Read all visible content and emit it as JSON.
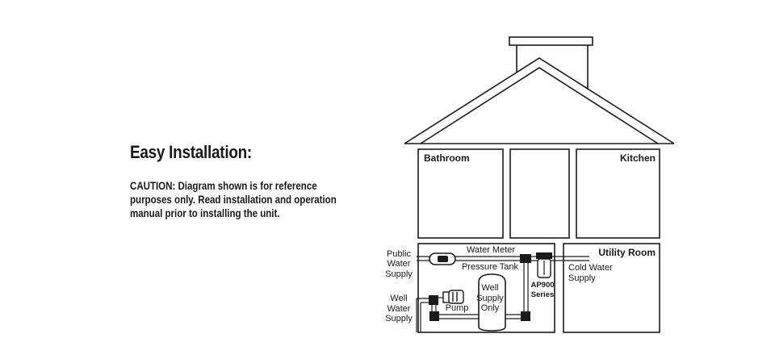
{
  "section": {
    "title": "Easy Installation:",
    "caution": "CAUTION: Diagram shown is for reference purposes only. Read installation and operation manual prior to installing the unit."
  },
  "diagram": {
    "rooms": {
      "bathroom": "Bathroom",
      "kitchen": "Kitchen",
      "utility_room": "Utility Room"
    },
    "labels": {
      "public_water_supply": [
        "Public",
        "Water",
        "Supply"
      ],
      "well_water_supply": [
        "Well",
        "Water",
        "Supply"
      ],
      "water_meter": "Water Meter",
      "pressure_tank": "Pressure Tank",
      "well_supply_only": [
        "Well",
        "Supply",
        "Only"
      ],
      "pump": "Pump",
      "filter_model": [
        "AP900",
        "Series"
      ],
      "cold_water_supply": [
        "Cold Water",
        "Supply"
      ]
    }
  }
}
